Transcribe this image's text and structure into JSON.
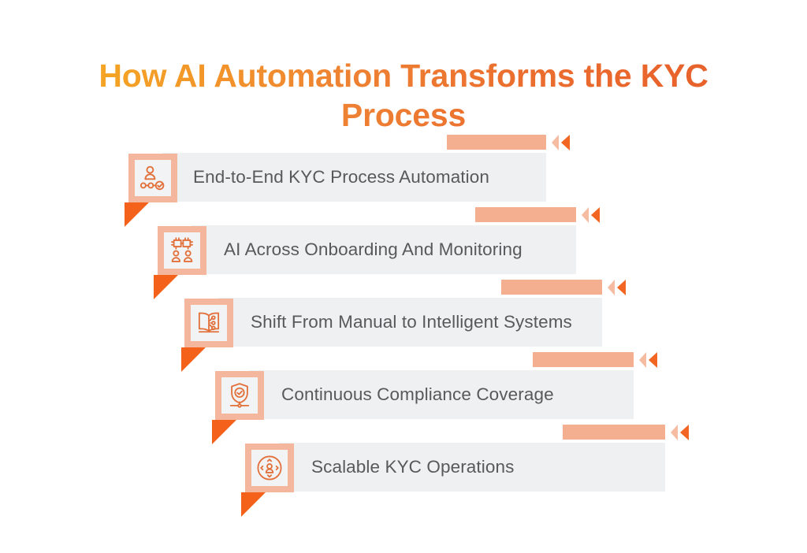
{
  "page": {
    "title": "How AI Automation Transforms the KYC Process",
    "background_color": "#FFFFFF"
  },
  "theme": {
    "title_gradient_start": "#F5A623",
    "title_gradient_end": "#E8602B",
    "bar_color": "#F4AE90",
    "chevron_light": "#F6BCA2",
    "chevron_dark": "#F26522",
    "panel_color": "#EFF0F2",
    "icon_frame_color": "#F4B79E",
    "icon_inner_color": "#F2F3F5",
    "icon_stroke_color": "#E2703A",
    "fold_color": "#F4611B",
    "label_color": "#58595B"
  },
  "steps": [
    {
      "label": "End-to-End KYC Process Automation",
      "icon": "person-process-check-icon",
      "index": 1
    },
    {
      "label": "AI Across Onboarding And Monitoring",
      "icon": "ai-chip-people-icon",
      "index": 2
    },
    {
      "label": "Shift From Manual to Intelligent Systems",
      "icon": "book-circuit-icon",
      "index": 3
    },
    {
      "label": "Continuous Compliance Coverage",
      "icon": "shield-check-node-icon",
      "index": 4
    },
    {
      "label": "Scalable KYC Operations",
      "icon": "scalable-user-arrows-icon",
      "index": 5
    }
  ]
}
